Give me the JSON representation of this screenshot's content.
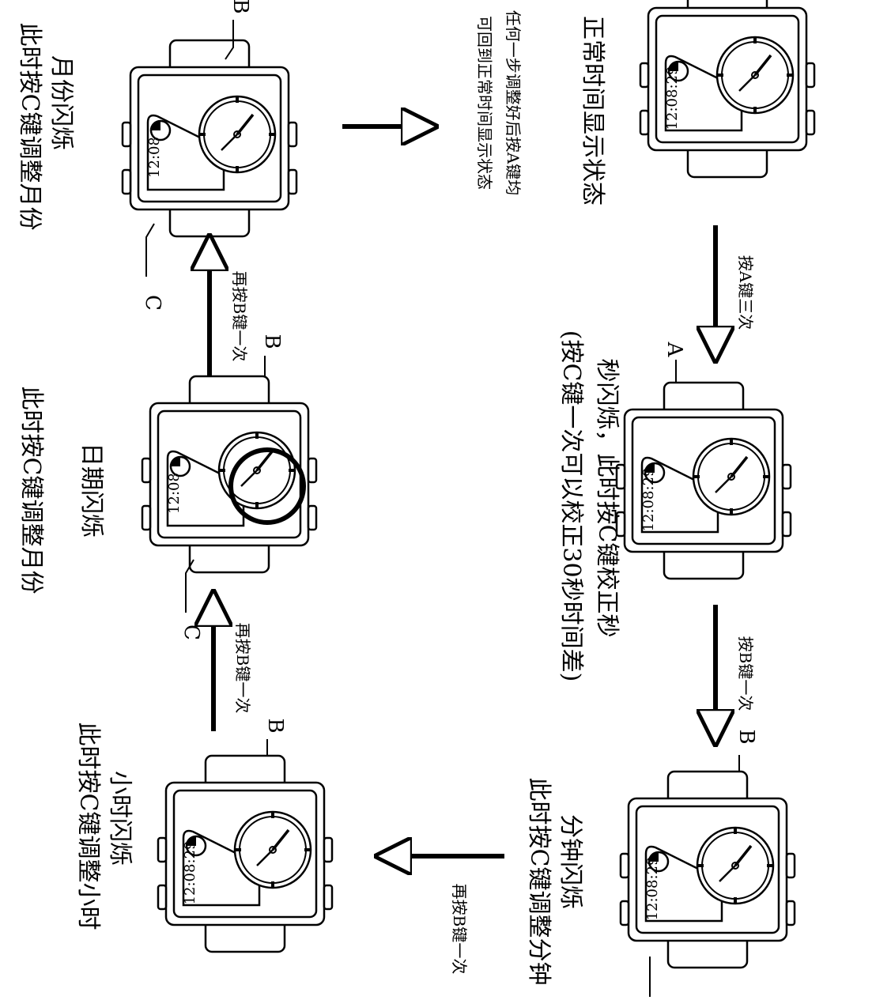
{
  "diagram": {
    "steps": {
      "normal": {
        "caption": "正常时间显示状态"
      },
      "note": {
        "line1": "任何一步调整好后按A键均",
        "line2": "可回到正常时间显示状态"
      },
      "second": {
        "line1": "秒闪烁，此时按C键校正秒",
        "line2": "(按C键一次可以校正30秒时间差)"
      },
      "minute": {
        "line1": "分钟闪烁",
        "line2": "此时按C键调整分钟"
      },
      "hour": {
        "line1": "小时闪烁",
        "line2": "此时按C键调整小时"
      },
      "date": {
        "line1": "日期闪烁",
        "line2": "此时按C键调整月份"
      },
      "month": {
        "line1": "月份闪烁",
        "line2": "此时按C键调整月份"
      }
    },
    "arrows": {
      "a_three": "按A键三次",
      "b_once_1": "按B键一次",
      "b_again_1": "再按B键一次",
      "b_again_2": "再按B键一次",
      "b_again_3": "再按B键一次"
    },
    "buttons": {
      "a": "A",
      "b": "B",
      "c": "C"
    },
    "lcd_time": "12:08:29",
    "lcd_short": "12:08"
  }
}
